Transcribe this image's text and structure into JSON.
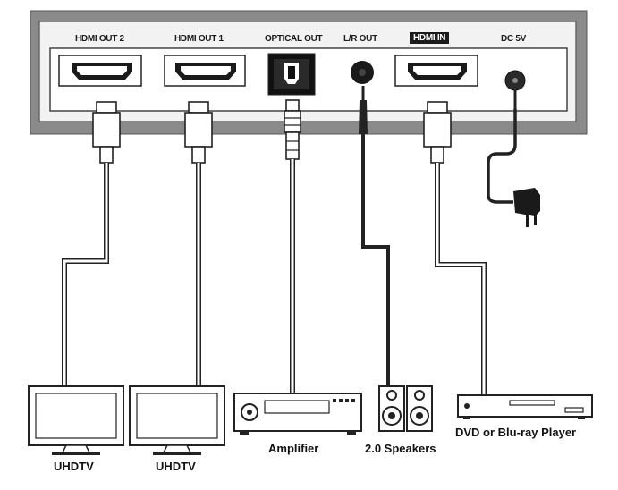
{
  "ports": {
    "hdmi_out_2": "HDMI OUT 2",
    "hdmi_out_1": "HDMI OUT 1",
    "optical_out": "OPTICAL OUT",
    "lr_out": "L/R OUT",
    "hdmi_in": "HDMI IN",
    "dc_5v": "DC 5V"
  },
  "devices": {
    "tv_1": "UHDTV",
    "tv_2": "UHDTV",
    "amplifier": "Amplifier",
    "speakers": "2.0 Speakers",
    "player": "DVD or Blu-ray Player"
  }
}
